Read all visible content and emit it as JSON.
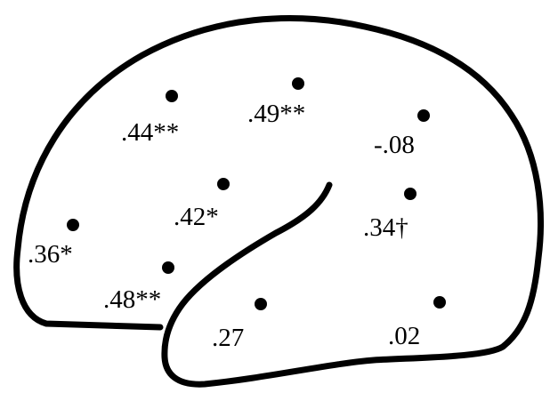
{
  "electrodes": [
    {
      "id": "e1",
      "label": ".44**"
    },
    {
      "id": "e2",
      "label": ".49**"
    },
    {
      "id": "e3",
      "label": "-.08"
    },
    {
      "id": "e4",
      "label": ".42*"
    },
    {
      "id": "e5",
      "label": ".34†"
    },
    {
      "id": "e6",
      "label": ".36*"
    },
    {
      "id": "e7",
      "label": ".48**"
    },
    {
      "id": "e8",
      "label": ".27"
    },
    {
      "id": "e9",
      "label": ".02"
    }
  ]
}
